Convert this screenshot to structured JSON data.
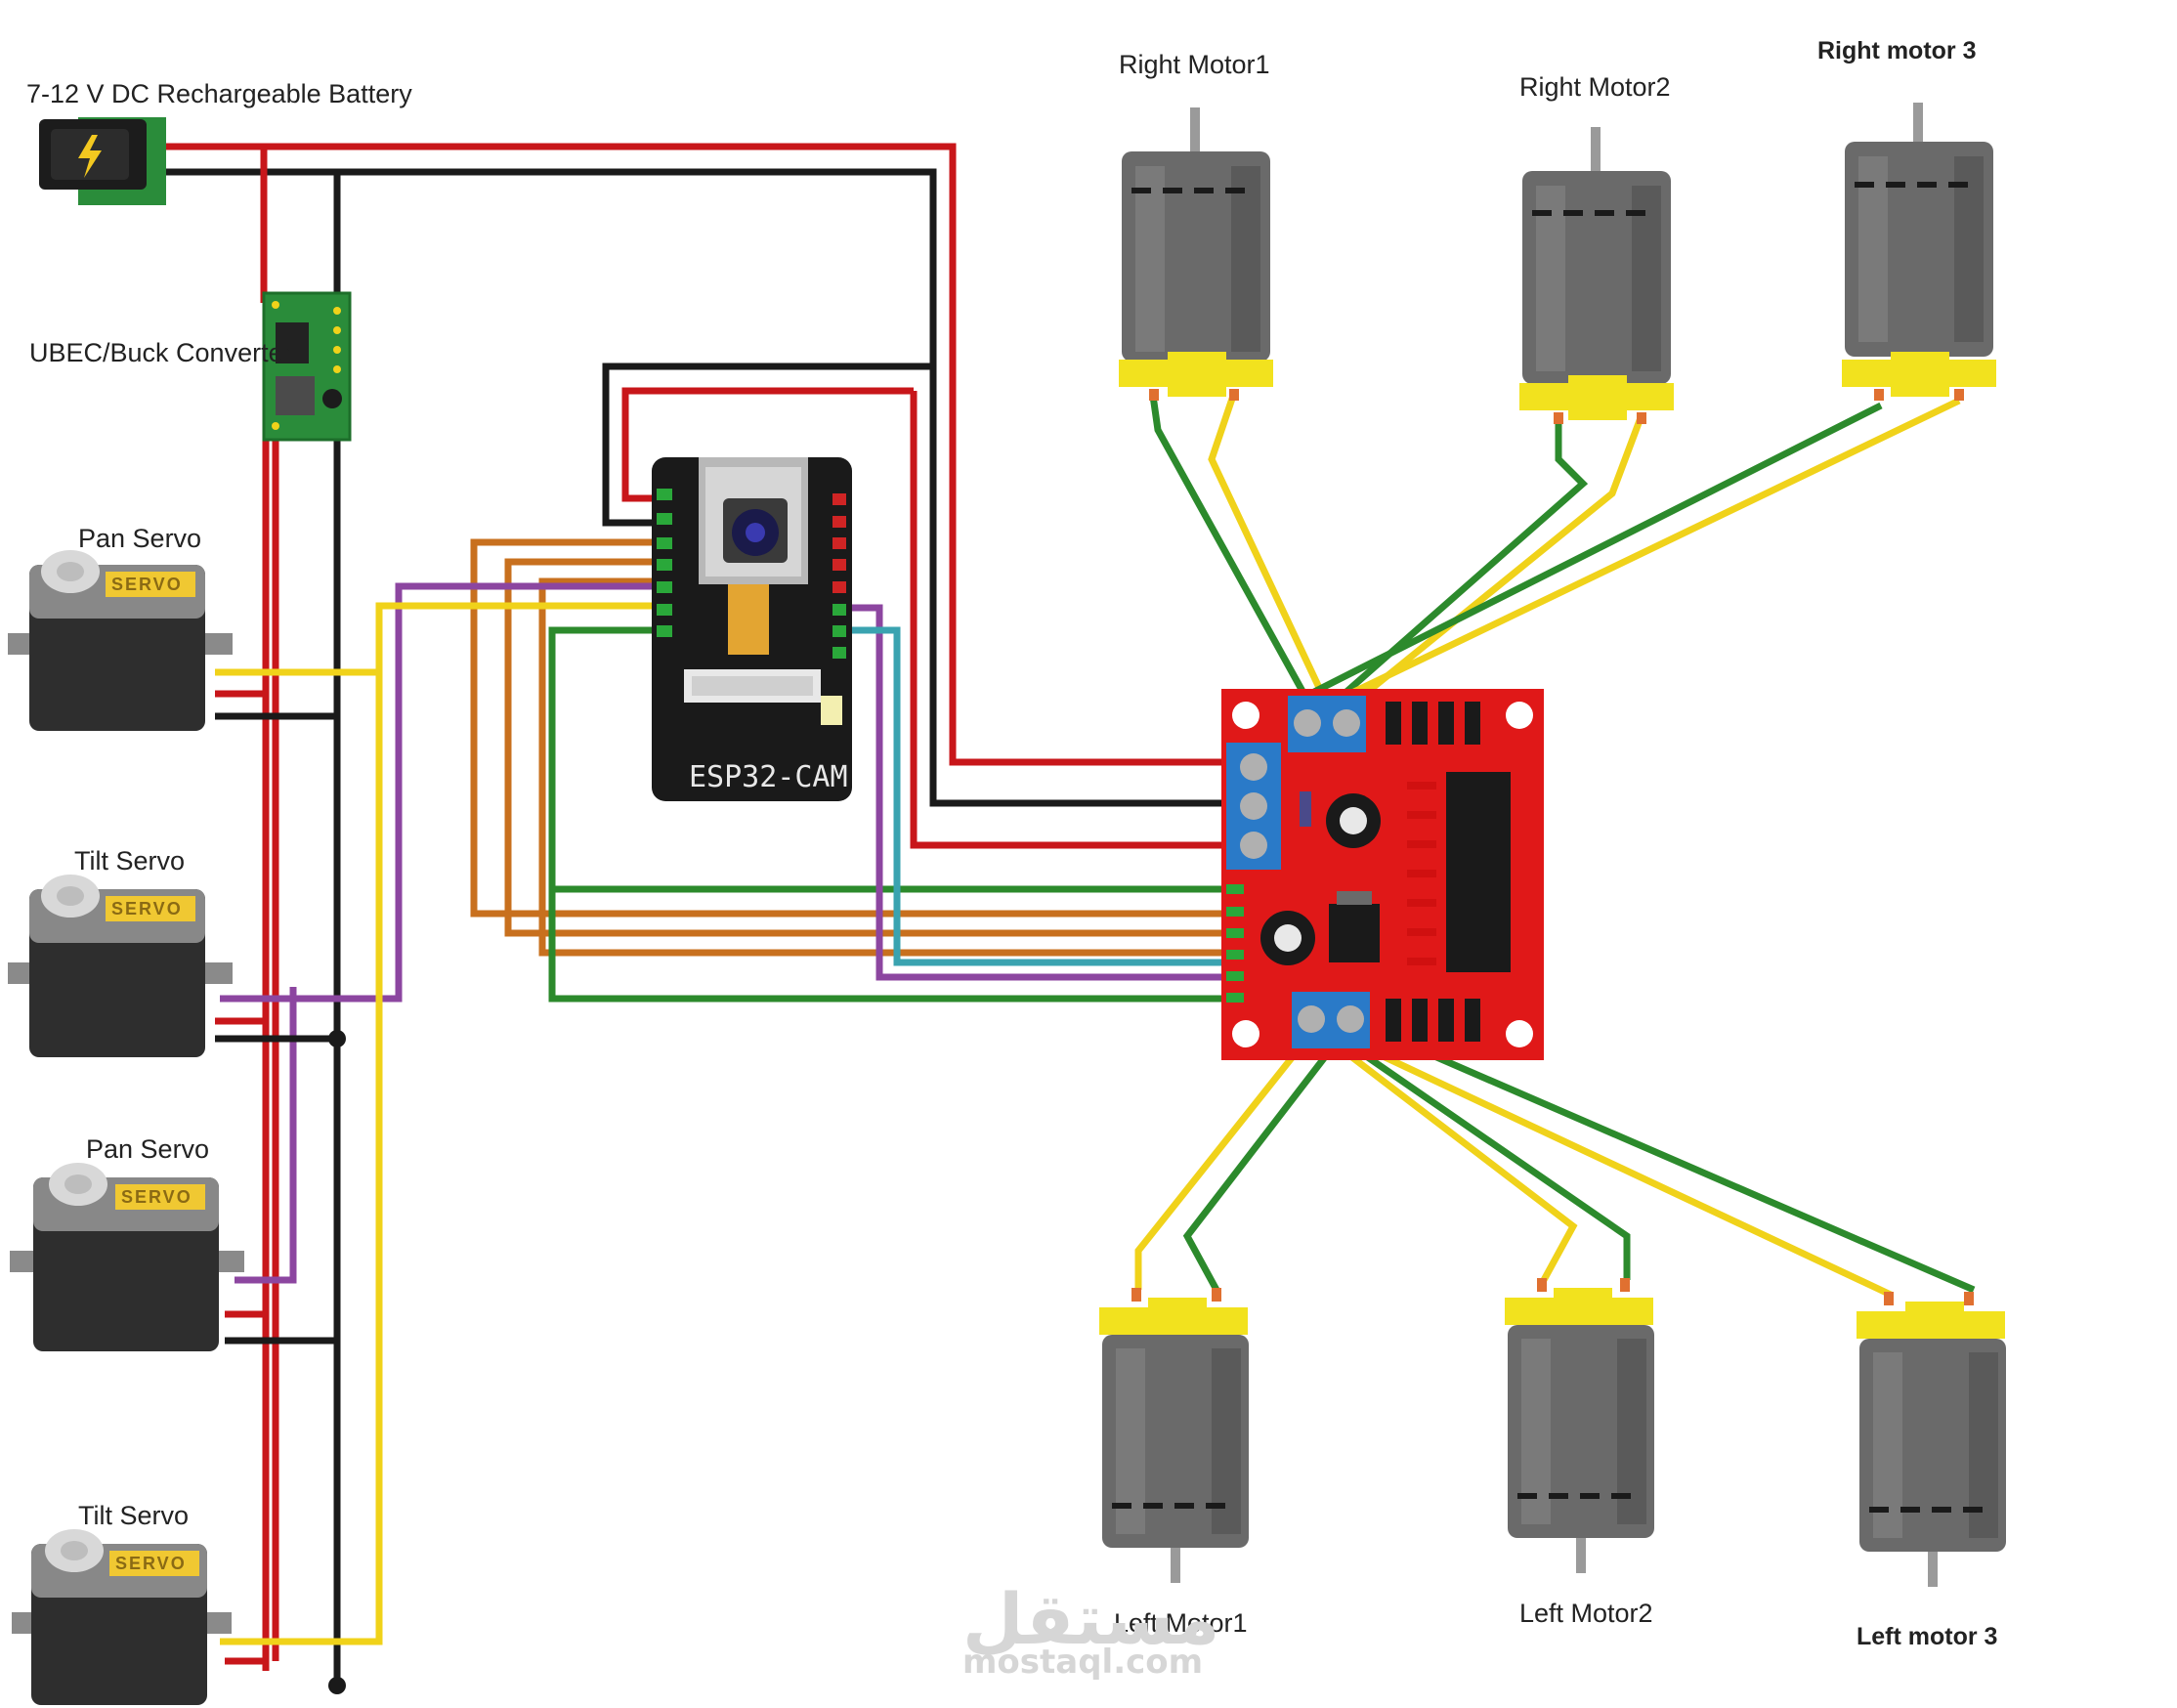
{
  "diagram": {
    "battery_label": "7-12 V DC Rechargeable Battery",
    "converter_label": "UBEC/Buck Converter",
    "esp_label": "ESP32-CAM",
    "servos": [
      "Pan Servo",
      "Tilt Servo",
      "Pan Servo",
      "Tilt Servo"
    ],
    "servo_silk": "SERVO",
    "right_motors": [
      "Right Motor1",
      "Right Motor2",
      "Right motor 3"
    ],
    "left_motors": [
      "Left Motor1",
      "Left Motor2",
      "Left motor 3"
    ],
    "watermark_arabic": "مستقل",
    "watermark_latin": "mostaql.com",
    "colors": {
      "red": "#c8161a",
      "black": "#1a1a1a",
      "yellow": "#f0d21a",
      "green": "#2c8a2c",
      "orange": "#c8701e",
      "purple": "#8c46a0",
      "cyan": "#3aa3b0",
      "driver_board": "#e01818",
      "terminal_blue": "#2a7ac8",
      "motor_gray": "#6a6a6a",
      "motor_cap": "#f2e21e",
      "pcb_green": "#2a8c3a"
    }
  }
}
